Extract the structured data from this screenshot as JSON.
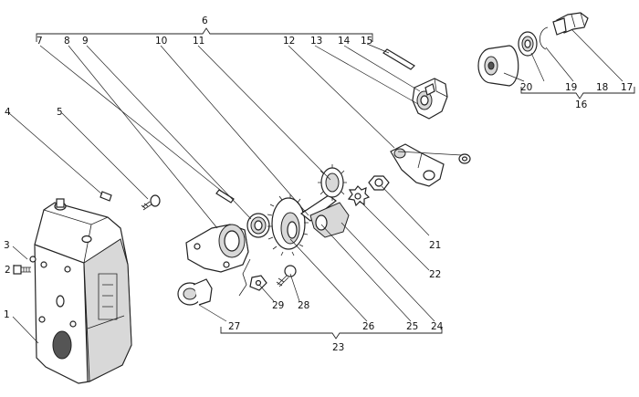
{
  "diagram": {
    "callouts": [
      {
        "id": "c1",
        "text": "1"
      },
      {
        "id": "c2",
        "text": "2"
      },
      {
        "id": "c3",
        "text": "3"
      },
      {
        "id": "c4",
        "text": "4"
      },
      {
        "id": "c5",
        "text": "5"
      },
      {
        "id": "c6",
        "text": "6"
      },
      {
        "id": "c7",
        "text": "7"
      },
      {
        "id": "c8",
        "text": "8"
      },
      {
        "id": "c9",
        "text": "9"
      },
      {
        "id": "c10",
        "text": "10"
      },
      {
        "id": "c11",
        "text": "11"
      },
      {
        "id": "c12",
        "text": "12"
      },
      {
        "id": "c13",
        "text": "13"
      },
      {
        "id": "c14",
        "text": "14"
      },
      {
        "id": "c15",
        "text": "15"
      },
      {
        "id": "c16",
        "text": "16"
      },
      {
        "id": "c17",
        "text": "17"
      },
      {
        "id": "c18",
        "text": "18"
      },
      {
        "id": "c19",
        "text": "19"
      },
      {
        "id": "c20",
        "text": "20"
      },
      {
        "id": "c21",
        "text": "21"
      },
      {
        "id": "c22",
        "text": "22"
      },
      {
        "id": "c23",
        "text": "23"
      },
      {
        "id": "c24",
        "text": "24"
      },
      {
        "id": "c25",
        "text": "25"
      },
      {
        "id": "c26",
        "text": "26"
      },
      {
        "id": "c27",
        "text": "27"
      },
      {
        "id": "c28",
        "text": "28"
      },
      {
        "id": "c29",
        "text": "29"
      }
    ]
  }
}
